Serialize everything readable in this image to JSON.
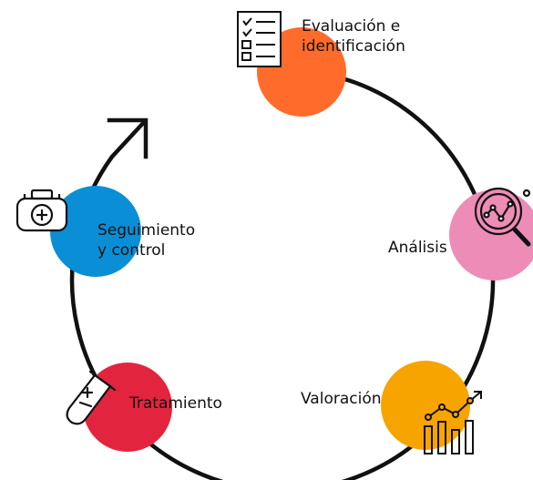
{
  "colors": {
    "ring": "#111111",
    "evaluacion": "#FF6B2B",
    "analisis": "#EE8CB8",
    "valoracion": "#F7A400",
    "tratamiento": "#E3243F",
    "seguimiento": "#0A8FD6"
  },
  "nodes": [
    {
      "id": "evaluacion",
      "label_line1": "Evaluación e",
      "label_line2": "identificación",
      "icon": "checklist-icon"
    },
    {
      "id": "analisis",
      "label_line1": "Análisis",
      "icon": "magnifier-chart-icon"
    },
    {
      "id": "valoracion",
      "label_line1": "Valoración",
      "icon": "bar-chart-trend-icon"
    },
    {
      "id": "tratamiento",
      "label_line1": "Tratamiento",
      "icon": "test-tube-icon"
    },
    {
      "id": "seguimiento",
      "label_line1": "Seguimiento",
      "label_line2": "y control",
      "icon": "medical-kit-icon"
    }
  ],
  "connector": {
    "shape": "cycle-ring",
    "direction": "clockwise"
  }
}
